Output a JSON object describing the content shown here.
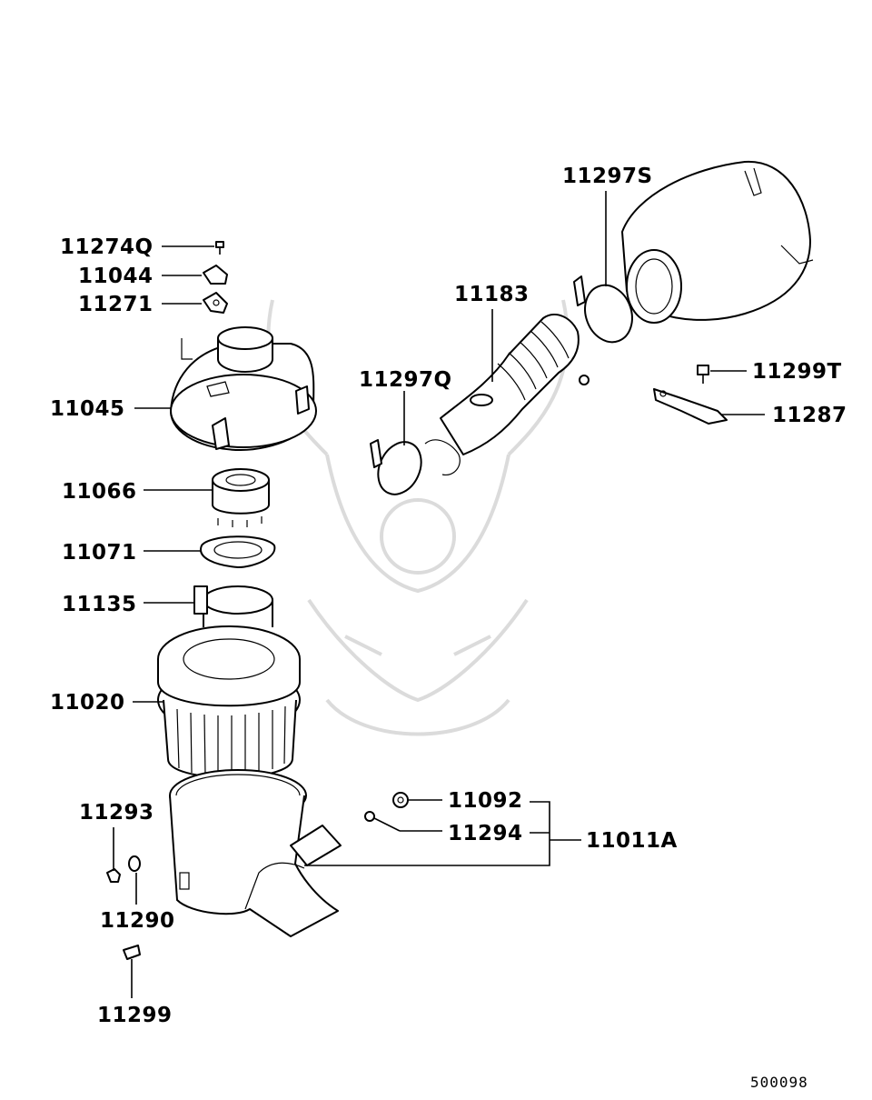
{
  "parts": [
    {
      "id": "p11274Q",
      "label": "11274Q"
    },
    {
      "id": "p11044",
      "label": "11044"
    },
    {
      "id": "p11271",
      "label": "11271"
    },
    {
      "id": "p11045",
      "label": "11045"
    },
    {
      "id": "p11066",
      "label": "11066"
    },
    {
      "id": "p11071",
      "label": "11071"
    },
    {
      "id": "p11135",
      "label": "11135"
    },
    {
      "id": "p11020",
      "label": "11020"
    },
    {
      "id": "p11293",
      "label": "11293"
    },
    {
      "id": "p11290",
      "label": "11290"
    },
    {
      "id": "p11299",
      "label": "11299"
    },
    {
      "id": "p11297S",
      "label": "11297S"
    },
    {
      "id": "p11183",
      "label": "11183"
    },
    {
      "id": "p11297Q",
      "label": "11297Q"
    },
    {
      "id": "p11299T",
      "label": "11299T"
    },
    {
      "id": "p11287",
      "label": "11287"
    },
    {
      "id": "p11092",
      "label": "11092"
    },
    {
      "id": "p11294",
      "label": "11294"
    },
    {
      "id": "p11011A",
      "label": "11011A"
    }
  ],
  "diagram_number": "500098"
}
